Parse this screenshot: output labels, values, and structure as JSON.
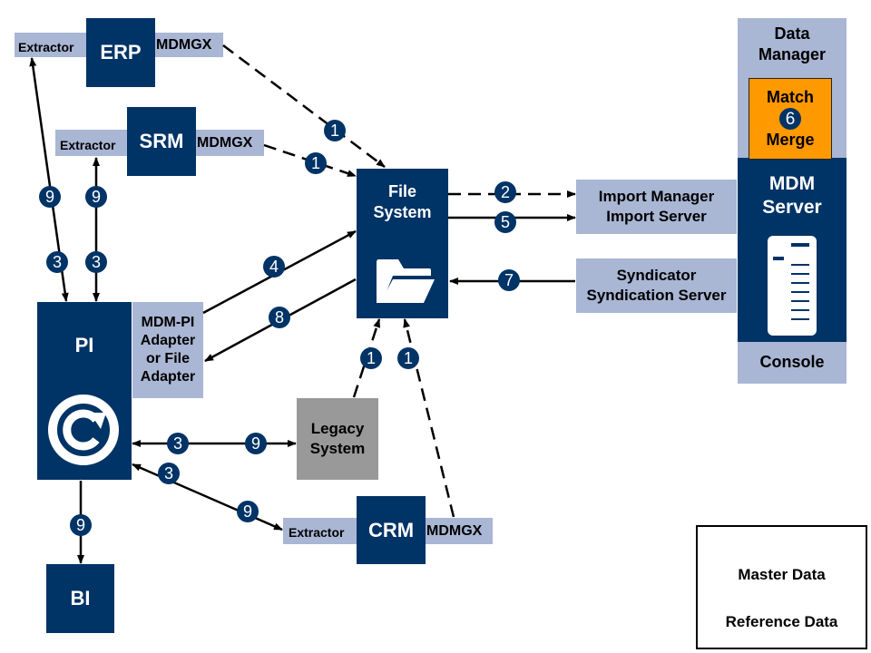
{
  "systems": {
    "erp": {
      "label": "ERP",
      "extractor": "Extractor",
      "mdmgx": "MDMGX"
    },
    "srm": {
      "label": "SRM",
      "extractor": "Extractor",
      "mdmgx": "MDMGX"
    },
    "crm": {
      "label": "CRM",
      "extractor": "Extractor",
      "mdmgx": "MDMGX"
    },
    "pi": {
      "label": "PI",
      "adapter": [
        "MDM-PI",
        "Adapter",
        "or File",
        "Adapter"
      ]
    },
    "bi": {
      "label": "BI"
    },
    "legacy": {
      "line1": "Legacy",
      "line2": "System"
    },
    "file_system": {
      "line1": "File",
      "line2": "System"
    },
    "import": {
      "line1": "Import Manager",
      "line2": "Import Server"
    },
    "syndicator": {
      "line1": "Syndicator",
      "line2": "Syndication Server"
    },
    "mdm": {
      "data_manager": {
        "line1": "Data",
        "line2": "Manager"
      },
      "match": "Match",
      "merge": "Merge",
      "server": {
        "line1": "MDM",
        "line2": "Server"
      },
      "console": "Console"
    }
  },
  "step_badges": {
    "erp_to_fs": "1",
    "srm_to_fs": "1",
    "legacy_to_fs": "1",
    "crm_to_fs": "1",
    "fs_to_import_ref": "2",
    "fs_to_import_master": "5",
    "pi_erp_3": "3",
    "pi_erp_9": "9",
    "pi_srm_3": "3",
    "pi_srm_9": "9",
    "pi_legacy_3": "3",
    "pi_legacy_9": "9",
    "pi_crm_3": "3",
    "pi_crm_9": "9",
    "pi_bi_9": "9",
    "pi_to_fs": "4",
    "match_merge": "6",
    "syndicator_to_fs": "7",
    "fs_to_pi": "8"
  },
  "legend": {
    "master": "Master Data",
    "reference": "Reference Data"
  },
  "colors": {
    "dark_blue": "#003366",
    "light_blue": "#a9b6d4",
    "orange": "#ff9900",
    "gray": "#999999"
  }
}
